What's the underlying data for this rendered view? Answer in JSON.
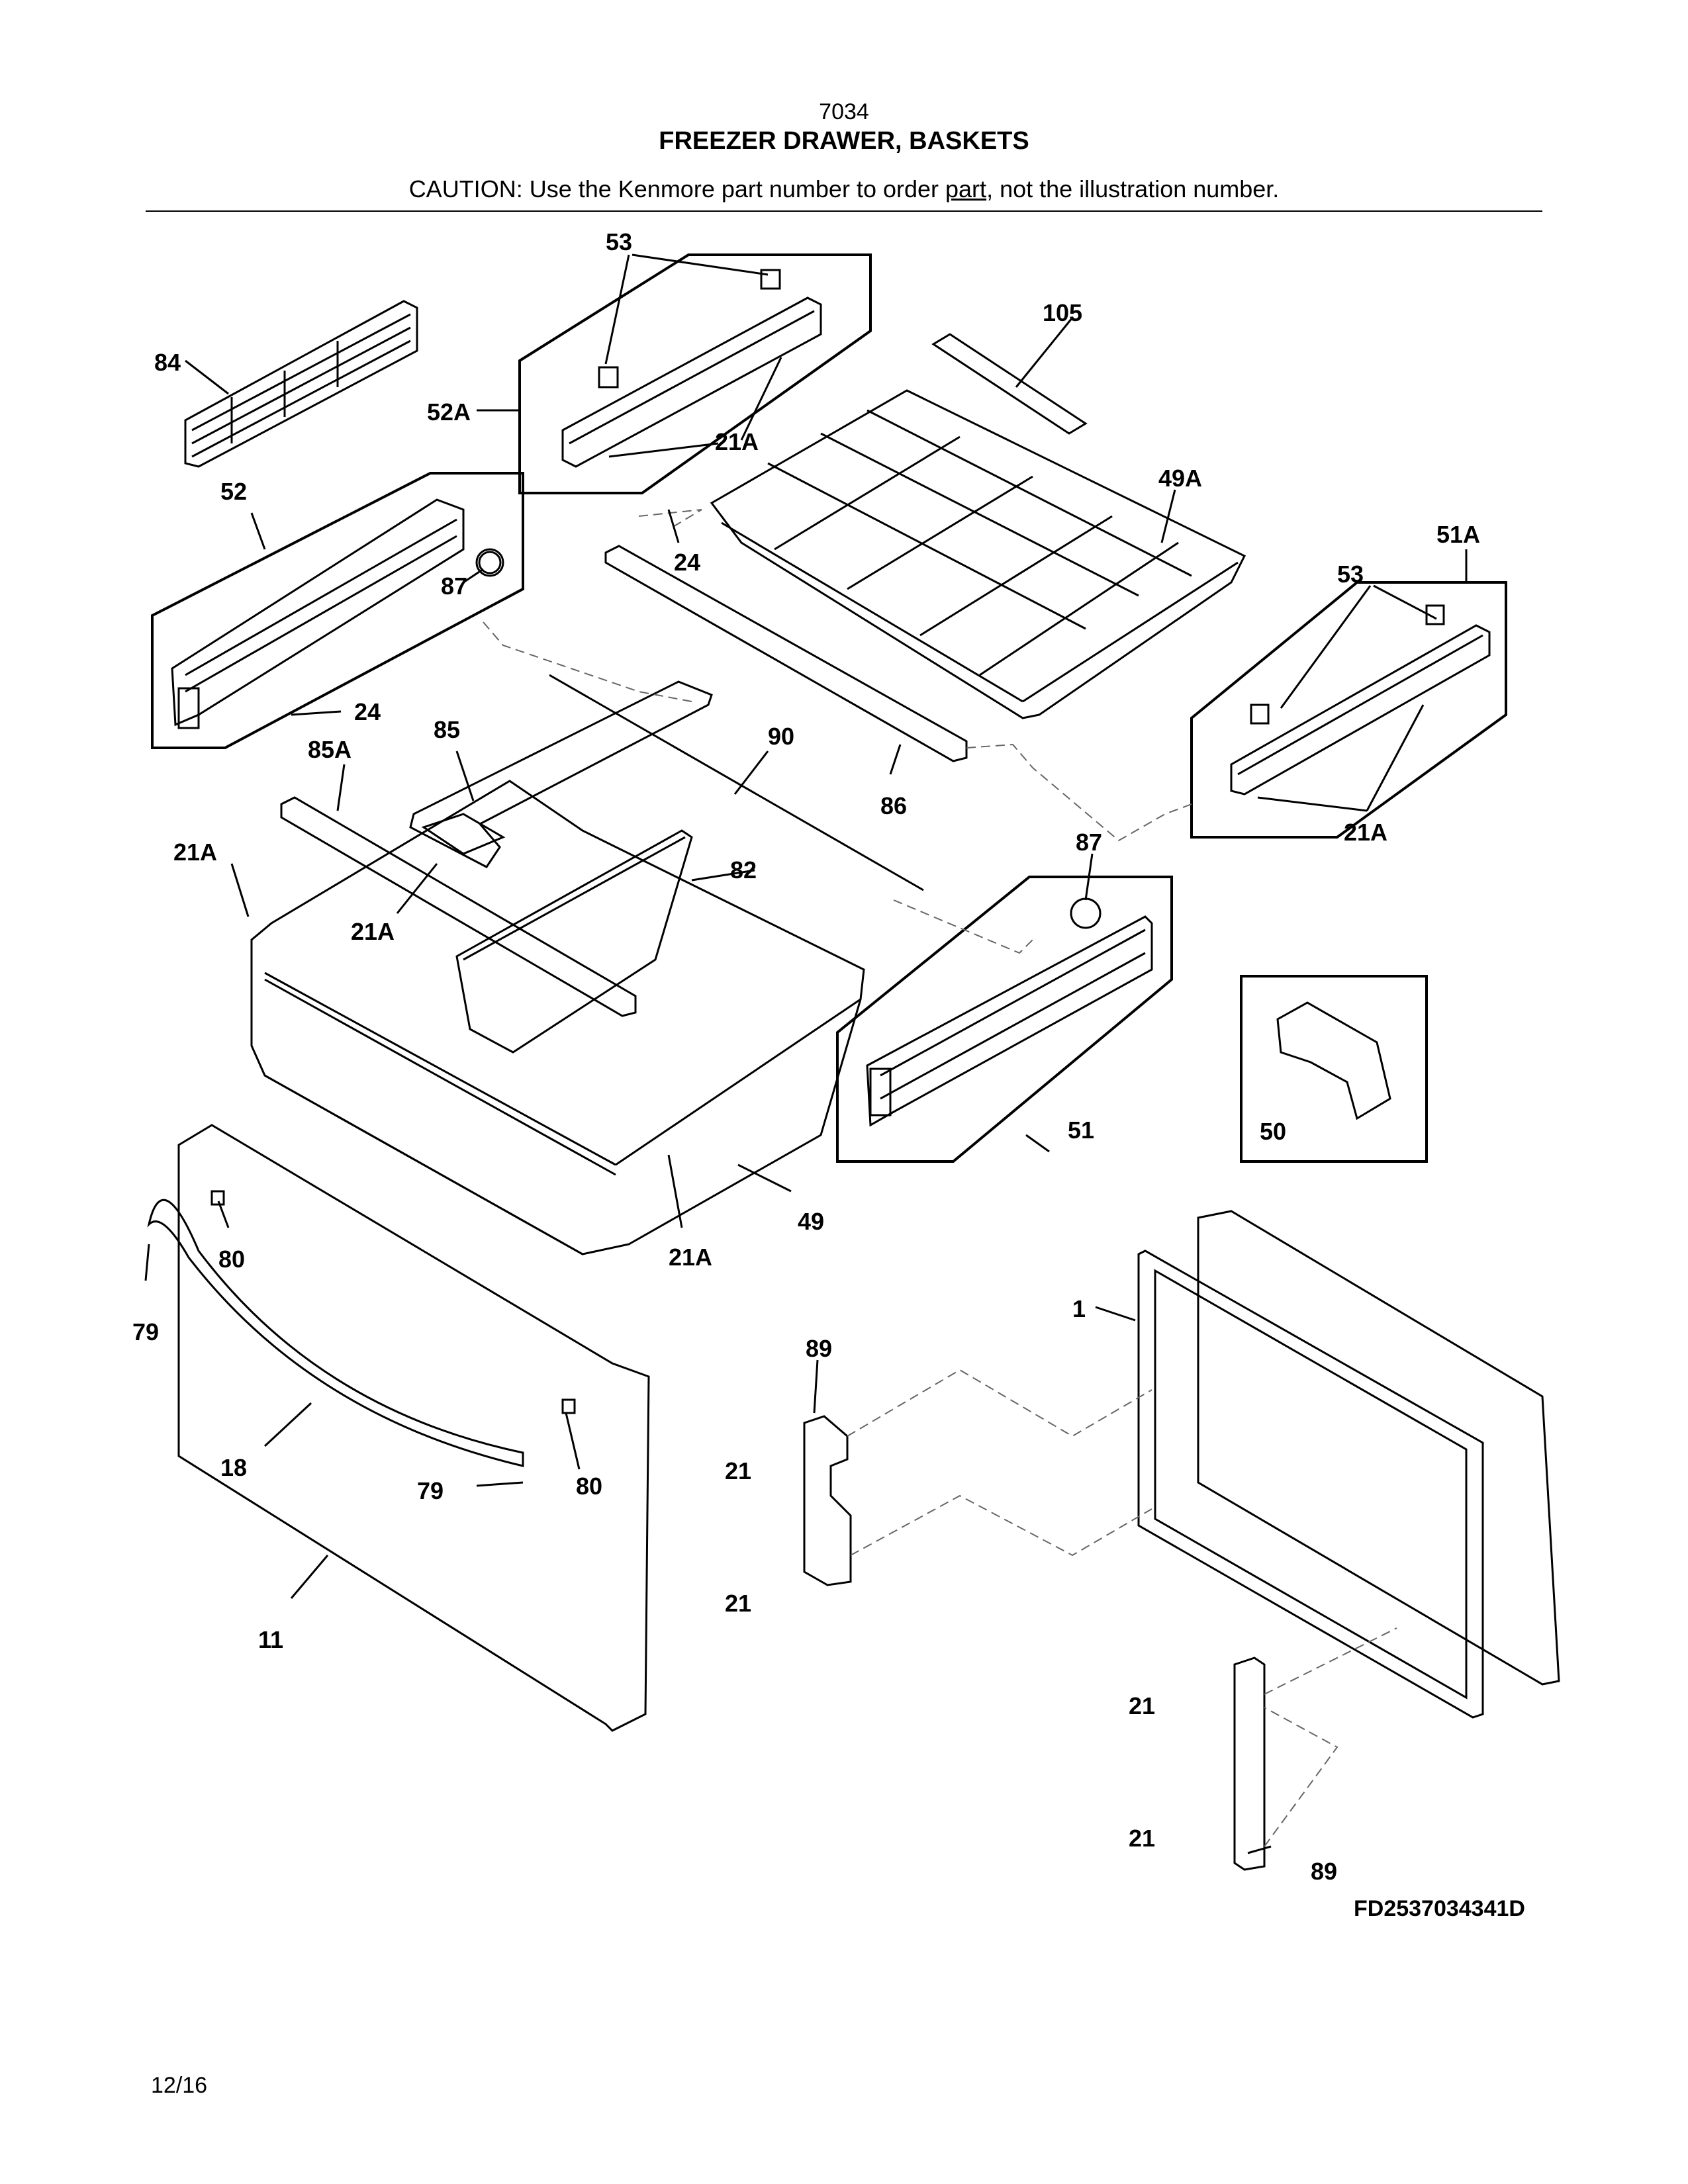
{
  "header": {
    "code": "7034",
    "title": "FREEZER DRAWER, BASKETS",
    "caution_prefix": "CAUTION: Use the Kenmore part number to order ",
    "caution_link": "part",
    "caution_suffix": ", not the illustration number."
  },
  "callouts": {
    "c53a": "53",
    "c105": "105",
    "c84": "84",
    "c52a": "52A",
    "c21a_1": "21A",
    "c49a": "49A",
    "c52": "52",
    "c24a": "24",
    "c51a": "51A",
    "c87a": "87",
    "c53b": "53",
    "c24b": "24",
    "c85": "85",
    "c85a": "85A",
    "c90": "90",
    "c21a_2": "21A",
    "c86": "86",
    "c21a_3": "21A",
    "c87b": "87",
    "c82": "82",
    "c21a_4": "21A",
    "c51": "51",
    "c50": "50",
    "c49": "49",
    "c21a_5": "21A",
    "c80a": "80",
    "c79a": "79",
    "c1": "1",
    "c89a": "89",
    "c18": "18",
    "c79b": "79",
    "c80b": "80",
    "c21a": "21",
    "c21b": "21",
    "c11": "11",
    "c21c": "21",
    "c21d": "21",
    "c89b": "89"
  },
  "footer": {
    "figure_code": "FD2537034341D",
    "date": "12/16"
  }
}
